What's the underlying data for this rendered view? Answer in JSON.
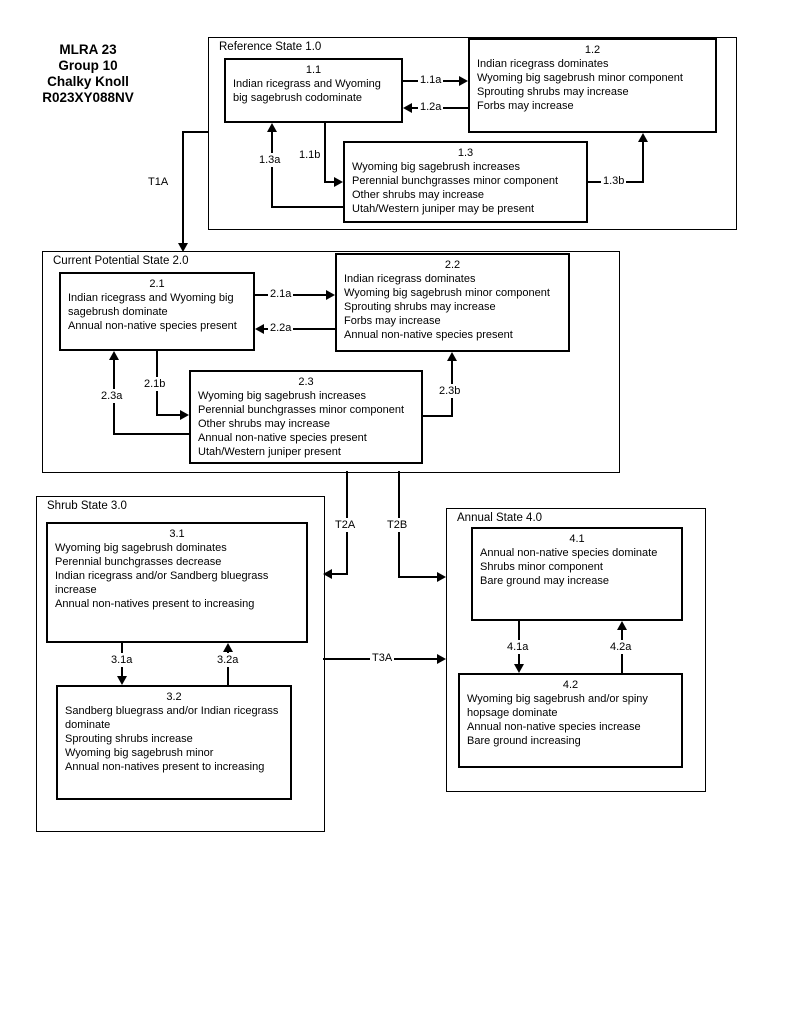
{
  "header": {
    "lines": [
      "MLRA 23",
      "Group 10",
      "Chalky Knoll",
      "R023XY088NV"
    ]
  },
  "states": {
    "reference": {
      "label": "Reference State 1.0"
    },
    "current": {
      "label": "Current Potential State 2.0"
    },
    "shrub": {
      "label": "Shrub State 3.0"
    },
    "annual": {
      "label": "Annual State 4.0"
    }
  },
  "boxes": {
    "b11": {
      "title": "1.1",
      "lines": [
        "Indian ricegrass and Wyoming big sagebrush codominate"
      ]
    },
    "b12": {
      "title": "1.2",
      "lines": [
        "Indian ricegrass dominates",
        "Wyoming big sagebrush minor component",
        "Sprouting shrubs may increase",
        "Forbs may increase"
      ]
    },
    "b13": {
      "title": "1.3",
      "lines": [
        "Wyoming big sagebrush increases",
        "Perennial bunchgrasses minor component",
        "Other shrubs may increase",
        "Utah/Western juniper may be present"
      ]
    },
    "b21": {
      "title": "2.1",
      "lines": [
        "Indian ricegrass and Wyoming big sagebrush dominate",
        "Annual non-native species present"
      ]
    },
    "b22": {
      "title": "2.2",
      "lines": [
        "Indian ricegrass dominates",
        "Wyoming big sagebrush minor component",
        "Sprouting shrubs may increase",
        "Forbs may increase",
        "Annual non-native species present"
      ]
    },
    "b23": {
      "title": "2.3",
      "lines": [
        "Wyoming big sagebrush increases",
        "Perennial bunchgrasses minor component",
        "Other shrubs may increase",
        "Annual non-native species present",
        "Utah/Western juniper present"
      ]
    },
    "b31": {
      "title": "3.1",
      "lines": [
        "Wyoming big sagebrush dominates",
        "Perennial bunchgrasses decrease",
        "Indian ricegrass and/or Sandberg bluegrass increase",
        "Annual non-natives present to increasing"
      ]
    },
    "b32": {
      "title": "3.2",
      "lines": [
        "Sandberg bluegrass and/or Indian ricegrass dominate",
        "Sprouting shrubs increase",
        "Wyoming big sagebrush minor",
        "Annual non-natives present to increasing"
      ]
    },
    "b41": {
      "title": "4.1",
      "lines": [
        "Annual non-native species dominate",
        "Shrubs minor component",
        "Bare ground may increase"
      ]
    },
    "b42": {
      "title": "4.2",
      "lines": [
        "Wyoming big sagebrush and/or spiny hopsage dominate",
        "Annual non-native species increase",
        "Bare ground increasing"
      ]
    }
  },
  "pathways": {
    "p11a": "1.1a",
    "p12a": "1.2a",
    "p11b": "1.1b",
    "p13a": "1.3a",
    "p13b": "1.3b",
    "p21a": "2.1a",
    "p22a": "2.2a",
    "p21b": "2.1b",
    "p23a": "2.3a",
    "p23b": "2.3b",
    "p31a": "3.1a",
    "p32a": "3.2a",
    "p41a": "4.1a",
    "p42a": "4.2a"
  },
  "transitions": {
    "t1a": "T1A",
    "t2a": "T2A",
    "t2b": "T2B",
    "t3a": "T3A"
  },
  "colors": {
    "line": "#000000",
    "background": "#ffffff"
  }
}
